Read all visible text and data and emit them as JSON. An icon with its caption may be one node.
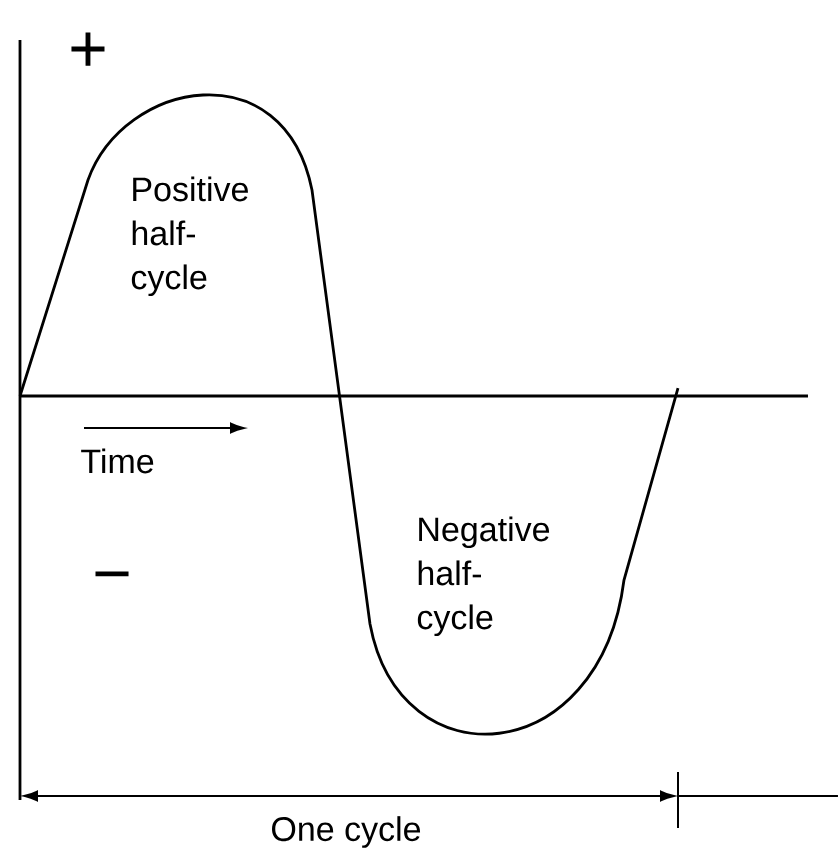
{
  "diagram": {
    "labels": [
      "+",
      "Positive half-cycle",
      "Time",
      "−",
      "Negative half-cycle",
      "One cycle"
    ]
  }
}
